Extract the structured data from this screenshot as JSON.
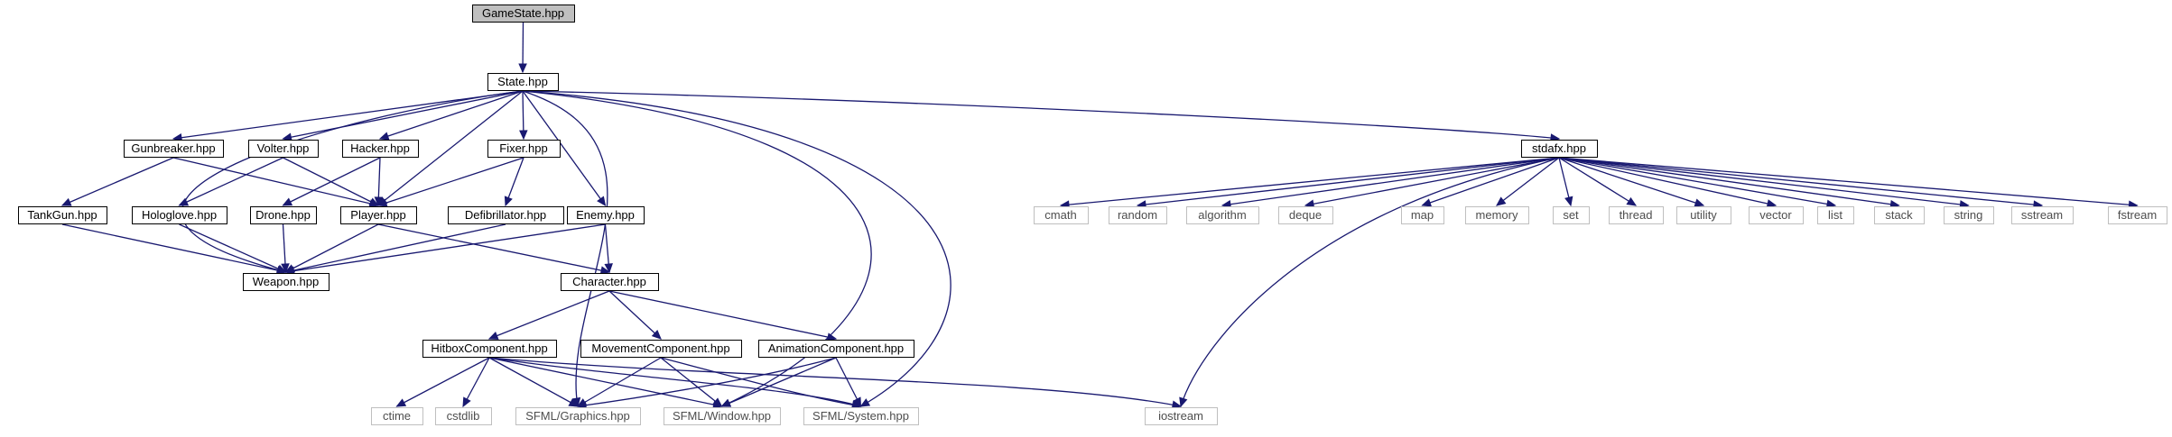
{
  "colors": {
    "edge": "#191970",
    "root_fill": "#bfbfbf",
    "node_border": "#000000",
    "system_border": "#bfbfbf",
    "system_text": "#4d4d4d",
    "background": "#ffffff"
  },
  "nodes": [
    {
      "id": "gamestate",
      "label": "GameState.hpp",
      "kind": "root"
    },
    {
      "id": "state",
      "label": "State.hpp",
      "kind": "file"
    },
    {
      "id": "gunbreaker",
      "label": "Gunbreaker.hpp",
      "kind": "file"
    },
    {
      "id": "volter",
      "label": "Volter.hpp",
      "kind": "file"
    },
    {
      "id": "hacker",
      "label": "Hacker.hpp",
      "kind": "file"
    },
    {
      "id": "fixer",
      "label": "Fixer.hpp",
      "kind": "file"
    },
    {
      "id": "stdafx",
      "label": "stdafx.hpp",
      "kind": "file"
    },
    {
      "id": "tankgun",
      "label": "TankGun.hpp",
      "kind": "file"
    },
    {
      "id": "hologlove",
      "label": "Hologlove.hpp",
      "kind": "file"
    },
    {
      "id": "drone",
      "label": "Drone.hpp",
      "kind": "file"
    },
    {
      "id": "player",
      "label": "Player.hpp",
      "kind": "file"
    },
    {
      "id": "defibrillator",
      "label": "Defibrillator.hpp",
      "kind": "file"
    },
    {
      "id": "enemy",
      "label": "Enemy.hpp",
      "kind": "file"
    },
    {
      "id": "weapon",
      "label": "Weapon.hpp",
      "kind": "file"
    },
    {
      "id": "character",
      "label": "Character.hpp",
      "kind": "file"
    },
    {
      "id": "hitbox",
      "label": "HitboxComponent.hpp",
      "kind": "file"
    },
    {
      "id": "movement",
      "label": "MovementComponent.hpp",
      "kind": "file"
    },
    {
      "id": "animation",
      "label": "AnimationComponent.hpp",
      "kind": "file"
    },
    {
      "id": "ctime",
      "label": "ctime",
      "kind": "system"
    },
    {
      "id": "cstdlib",
      "label": "cstdlib",
      "kind": "system"
    },
    {
      "id": "sfmlgraphics",
      "label": "SFML/Graphics.hpp",
      "kind": "system"
    },
    {
      "id": "sfmlwindow",
      "label": "SFML/Window.hpp",
      "kind": "system"
    },
    {
      "id": "sfmlsystem",
      "label": "SFML/System.hpp",
      "kind": "system"
    },
    {
      "id": "iostream",
      "label": "iostream",
      "kind": "system"
    },
    {
      "id": "cmath",
      "label": "cmath",
      "kind": "system"
    },
    {
      "id": "random",
      "label": "random",
      "kind": "system"
    },
    {
      "id": "algorithm",
      "label": "algorithm",
      "kind": "system"
    },
    {
      "id": "deque",
      "label": "deque",
      "kind": "system"
    },
    {
      "id": "map",
      "label": "map",
      "kind": "system"
    },
    {
      "id": "memory",
      "label": "memory",
      "kind": "system"
    },
    {
      "id": "set",
      "label": "set",
      "kind": "system"
    },
    {
      "id": "thread",
      "label": "thread",
      "kind": "system"
    },
    {
      "id": "utility",
      "label": "utility",
      "kind": "system"
    },
    {
      "id": "vector",
      "label": "vector",
      "kind": "system"
    },
    {
      "id": "list",
      "label": "list",
      "kind": "system"
    },
    {
      "id": "stack",
      "label": "stack",
      "kind": "system"
    },
    {
      "id": "string",
      "label": "string",
      "kind": "system"
    },
    {
      "id": "sstream",
      "label": "sstream",
      "kind": "system"
    },
    {
      "id": "fstream",
      "label": "fstream",
      "kind": "system"
    }
  ],
  "edges": [
    [
      "gamestate",
      "state"
    ],
    [
      "state",
      "gunbreaker"
    ],
    [
      "state",
      "volter"
    ],
    [
      "state",
      "hacker"
    ],
    [
      "state",
      "fixer"
    ],
    [
      "state",
      "player"
    ],
    [
      "state",
      "enemy"
    ],
    [
      "state",
      "weapon"
    ],
    [
      "state",
      "stdafx"
    ],
    [
      "state",
      "sfmlgraphics"
    ],
    [
      "state",
      "sfmlwindow"
    ],
    [
      "state",
      "sfmlsystem"
    ],
    [
      "gunbreaker",
      "tankgun"
    ],
    [
      "gunbreaker",
      "player"
    ],
    [
      "volter",
      "hologlove"
    ],
    [
      "volter",
      "player"
    ],
    [
      "hacker",
      "drone"
    ],
    [
      "hacker",
      "player"
    ],
    [
      "fixer",
      "player"
    ],
    [
      "fixer",
      "defibrillator"
    ],
    [
      "tankgun",
      "weapon"
    ],
    [
      "hologlove",
      "weapon"
    ],
    [
      "drone",
      "weapon"
    ],
    [
      "player",
      "weapon"
    ],
    [
      "player",
      "character"
    ],
    [
      "defibrillator",
      "weapon"
    ],
    [
      "enemy",
      "weapon"
    ],
    [
      "enemy",
      "character"
    ],
    [
      "character",
      "hitbox"
    ],
    [
      "character",
      "movement"
    ],
    [
      "character",
      "animation"
    ],
    [
      "hitbox",
      "ctime"
    ],
    [
      "hitbox",
      "cstdlib"
    ],
    [
      "hitbox",
      "sfmlgraphics"
    ],
    [
      "hitbox",
      "sfmlwindow"
    ],
    [
      "hitbox",
      "sfmlsystem"
    ],
    [
      "hitbox",
      "iostream"
    ],
    [
      "movement",
      "sfmlgraphics"
    ],
    [
      "movement",
      "sfmlwindow"
    ],
    [
      "movement",
      "sfmlsystem"
    ],
    [
      "animation",
      "sfmlgraphics"
    ],
    [
      "animation",
      "sfmlwindow"
    ],
    [
      "animation",
      "sfmlsystem"
    ],
    [
      "stdafx",
      "cmath"
    ],
    [
      "stdafx",
      "random"
    ],
    [
      "stdafx",
      "algorithm"
    ],
    [
      "stdafx",
      "deque"
    ],
    [
      "stdafx",
      "map"
    ],
    [
      "stdafx",
      "memory"
    ],
    [
      "stdafx",
      "set"
    ],
    [
      "stdafx",
      "thread"
    ],
    [
      "stdafx",
      "utility"
    ],
    [
      "stdafx",
      "vector"
    ],
    [
      "stdafx",
      "list"
    ],
    [
      "stdafx",
      "stack"
    ],
    [
      "stdafx",
      "string"
    ],
    [
      "stdafx",
      "sstream"
    ],
    [
      "stdafx",
      "fstream"
    ],
    [
      "stdafx",
      "iostream"
    ]
  ]
}
